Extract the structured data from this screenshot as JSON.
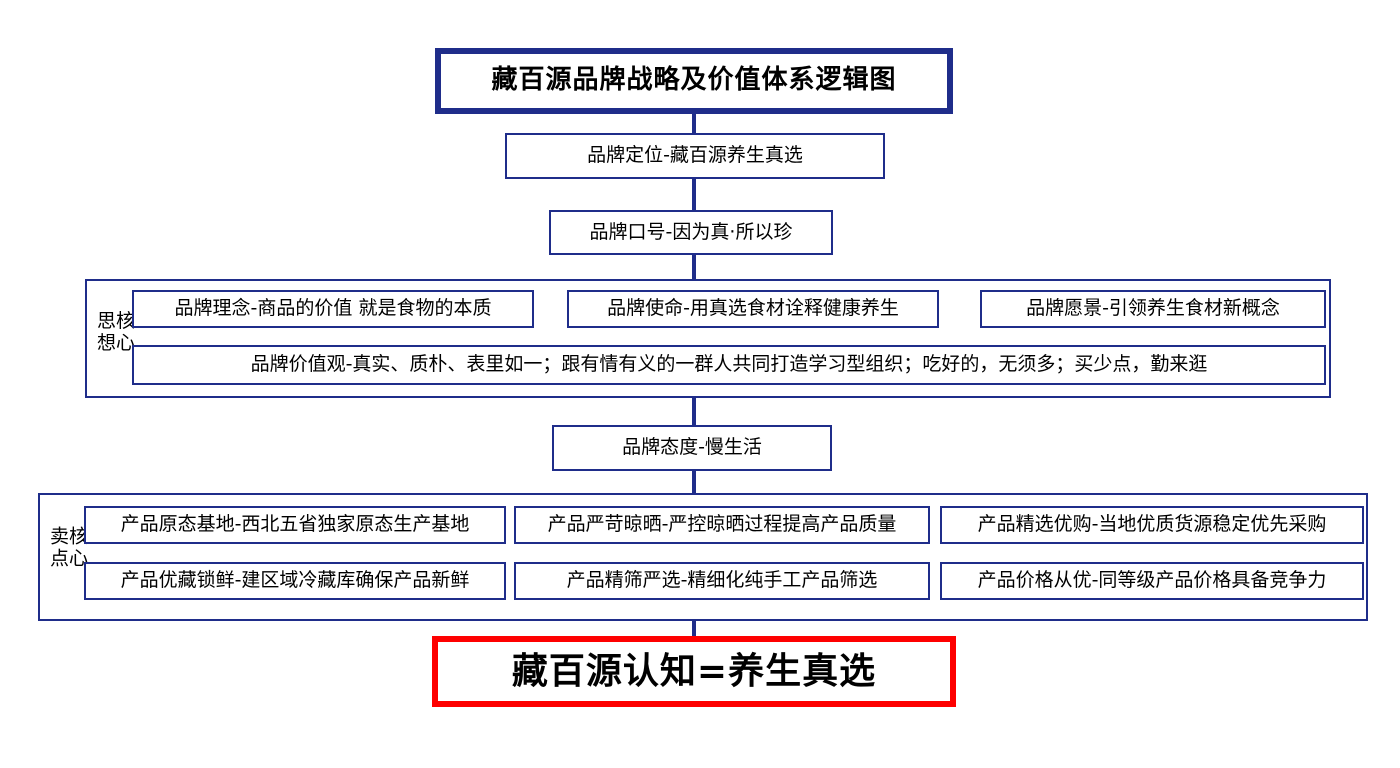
{
  "title": "藏百源品牌战略及价值体系逻辑图",
  "chain": {
    "positioning": "品牌定位-藏百源养生真选",
    "slogan": "品牌口号-因为真·所以珍",
    "attitude": "品牌态度-慢生活",
    "conclusion": "藏百源认知=养生真选"
  },
  "core_thoughts": {
    "label": "核心思想",
    "concept": "品牌理念-商品的价值 就是食物的本质",
    "mission": "品牌使命-用真选食材诠释健康养生",
    "vision": "品牌愿景-引领养生食材新概念",
    "values": "品牌价值观-真实、质朴、表里如一；跟有情有义的一群人共同打造学习型组织；吃好的，无须多；买少点，勤来逛"
  },
  "core_selling_points": {
    "label": "核心卖点",
    "row1": [
      "产品原态基地-西北五省独家原态生产基地",
      "产品严苛晾晒-严控晾晒过程提高产品质量",
      "产品精选优购-当地优质货源稳定优先采购"
    ],
    "row2": [
      "产品优藏锁鲜-建区域冷藏库确保产品新鲜",
      "产品精筛严选-精细化纯手工产品筛选",
      "产品价格从优-同等级产品价格具备竞争力"
    ]
  },
  "colors": {
    "navy": "#1f2d8a",
    "red": "#fe0000"
  }
}
